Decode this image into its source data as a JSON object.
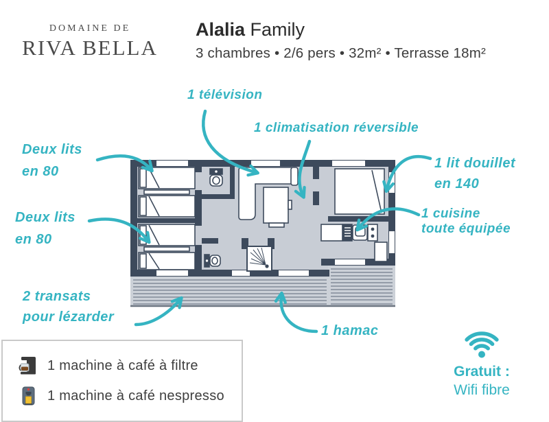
{
  "brand": {
    "line1": "DOMAINE DE",
    "line2": "RIVA BELLA"
  },
  "header": {
    "title_bold": "Alalia",
    "title_regular": " Family",
    "subtitle": "3 chambres • 2/6 pers •  32m² • Terrasse 18m²"
  },
  "annotations": {
    "television": {
      "text": "1 télévision"
    },
    "climatisation": {
      "text": "1 climatisation réversible"
    },
    "beds80_top": {
      "line1": "Deux lits",
      "line2": "en 80"
    },
    "beds80_mid": {
      "line1": "Deux lits",
      "line2": "en 80"
    },
    "bed140": {
      "line1": "1 lit douillet",
      "line2": "en 140"
    },
    "cuisine": {
      "line1": "1 cuisine",
      "line2": "toute équipée"
    },
    "transats": {
      "line1": "2 transats",
      "line2": "pour lézarder"
    },
    "hamac": {
      "text": "1 hamac"
    }
  },
  "amenities": {
    "items": [
      {
        "icon": "filter-coffee-machine-icon",
        "label": "1 machine à café à filtre"
      },
      {
        "icon": "nespresso-machine-icon",
        "label": "1 machine à café nespresso"
      }
    ]
  },
  "wifi": {
    "icon": "wifi-icon",
    "line1": "Gratuit :",
    "line2": "Wifi fibre"
  },
  "colors": {
    "teal": "#35b4c2",
    "wall": "#3d4a5c",
    "floor": "#c8cdd5"
  }
}
